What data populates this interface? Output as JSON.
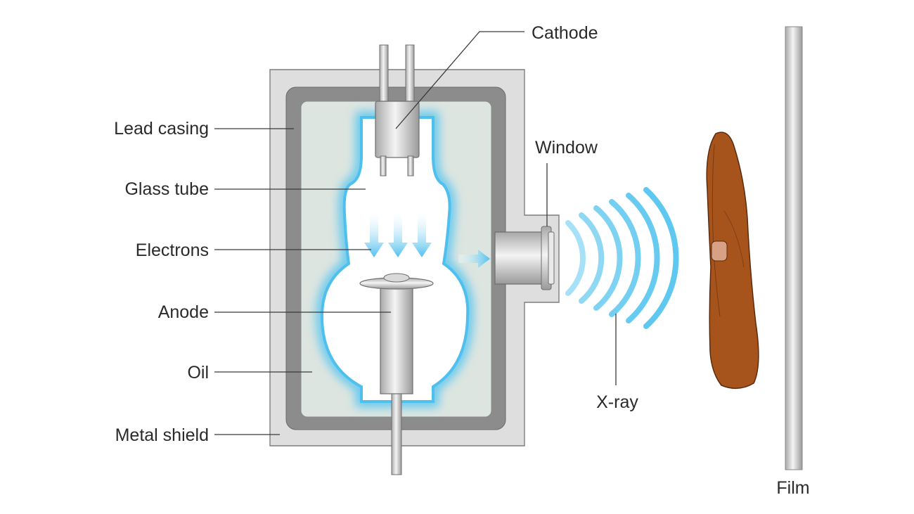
{
  "labels": {
    "cathode": "Cathode",
    "lead_casing": "Lead casing",
    "glass_tube": "Glass tube",
    "electrons": "Electrons",
    "anode": "Anode",
    "oil": "Oil",
    "metal_shield": "Metal shield",
    "window": "Window",
    "xray": "X-ray",
    "film": "Film"
  },
  "colors": {
    "glow": "#5ec8f0",
    "electron_arrow": "#4fc0ee",
    "hand": "#a7541c",
    "lead": "#8c8c8c",
    "shield": "#dedede",
    "oil": "#dde5e0"
  }
}
